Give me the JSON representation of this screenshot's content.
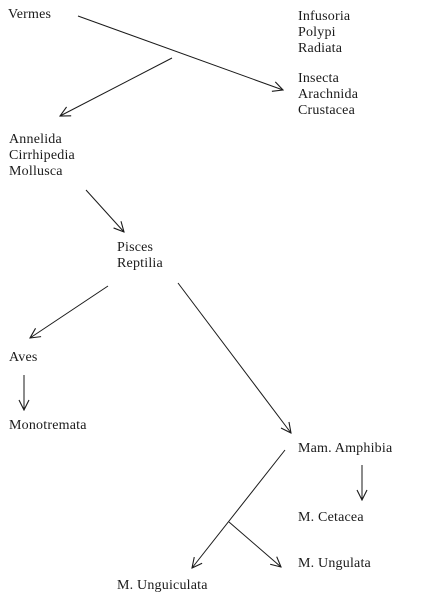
{
  "nodes": {
    "vermes": "Vermes",
    "infusoria": "Infusoria",
    "polypi": "Polypi",
    "radiata": "Radiata",
    "insecta": "Insecta",
    "arachnida": "Arachnida",
    "crustacea": "Crustacea",
    "annelida": "Annelida",
    "cirrhipedia": "Cirrhipedia",
    "mollusca": "Mollusca",
    "pisces": "Pisces",
    "reptilia": "Reptilia",
    "aves": "Aves",
    "monotremata": "Monotremata",
    "mam_amphibia": "Mam. Amphibia",
    "m_cetacea": "M. Cetacea",
    "m_ungulata": "M. Ungulata",
    "m_unguiculata": "M. Unguiculata"
  }
}
